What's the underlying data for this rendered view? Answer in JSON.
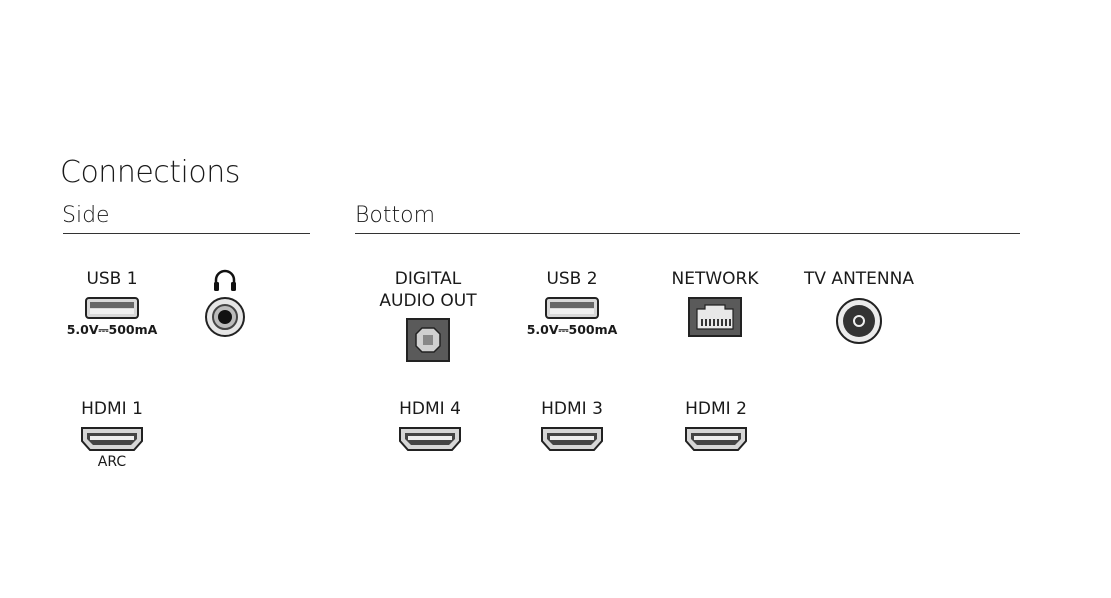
{
  "title": "Connections",
  "sections": {
    "side": "Side",
    "bottom": "Bottom"
  },
  "ports": {
    "usb1": {
      "label": "USB 1",
      "spec": "5.0V⎓500mA"
    },
    "headphone": {
      "icon": "headphones-icon"
    },
    "hdmi1": {
      "label": "HDMI 1",
      "sub": "ARC"
    },
    "digital_audio": {
      "label_line1": "DIGITAL",
      "label_line2": "AUDIO OUT"
    },
    "usb2": {
      "label": "USB 2",
      "spec": "5.0V⎓500mA"
    },
    "network": {
      "label": "NETWORK"
    },
    "antenna": {
      "label": "TV ANTENNA"
    },
    "hdmi4": {
      "label": "HDMI 4"
    },
    "hdmi3": {
      "label": "HDMI 3"
    },
    "hdmi2": {
      "label": "HDMI 2"
    }
  }
}
